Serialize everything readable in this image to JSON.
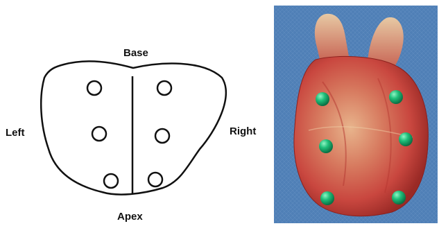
{
  "diagram": {
    "labels": {
      "base": "Base",
      "apex": "Apex",
      "left": "Left",
      "right": "Right"
    },
    "outline_color": "#111111",
    "site_count": 6
  },
  "photo": {
    "subject": "excised specimen with six green pin markers",
    "background_color": "#4f7fb6",
    "tissue_color": "#c9473f",
    "marker_color": "#1fbf7a",
    "marker_count": 6
  }
}
